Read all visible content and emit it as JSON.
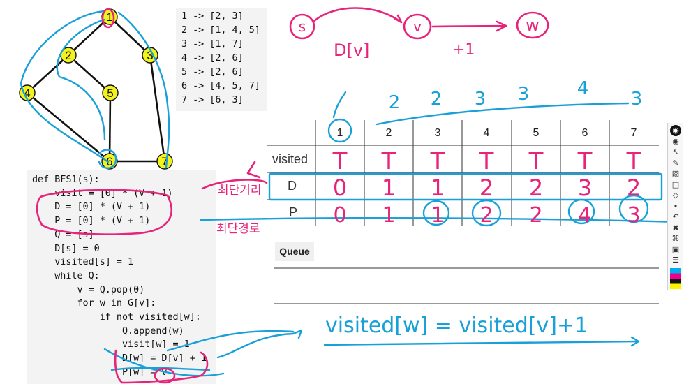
{
  "graph": {
    "nodes": [
      "1",
      "2",
      "3",
      "4",
      "5",
      "6",
      "7"
    ]
  },
  "adjacency": [
    "1 -> [2, 3]",
    "2 -> [1, 4, 5]",
    "3 -> [1, 7]",
    "4 -> [2, 6]",
    "5 -> [2, 6]",
    "6 -> [4, 5, 7]",
    "7 -> [6, 3]"
  ],
  "code": [
    "def BFS1(s):",
    "    visit = [0] * (V + 1)",
    "    D = [0] * (V + 1)",
    "    P = [0] * (V + 1)",
    "    Q = [s]",
    "    D[s] = 0",
    "    visited[s] = 1",
    "    while Q:",
    "        v = Q.pop(0)",
    "        for w in G[v]:",
    "            if not visited[w]:",
    "                Q.append(w)",
    "                visit[w] = 1",
    "                D[w] = D[v] + 1",
    "                P[w] = v"
  ],
  "table": {
    "columns": [
      "1",
      "2",
      "3",
      "4",
      "5",
      "6",
      "7"
    ],
    "rows": [
      "visited",
      "D",
      "P"
    ]
  },
  "queue_label": "Queue",
  "annotations": {
    "top_formula": {
      "s": "s",
      "v": "v",
      "w": "w",
      "dv": "D[v]",
      "plus_one": "+1"
    },
    "above_columns": [
      "2",
      "2",
      "3",
      "3",
      "4",
      "3"
    ],
    "visited_row": [
      "T",
      "T",
      "T",
      "T",
      "T",
      "T",
      "T"
    ],
    "d_row": [
      "0",
      "1",
      "1",
      "2",
      "2",
      "3",
      "2"
    ],
    "p_row": [
      "0",
      "1",
      "1",
      "2",
      "2",
      "4",
      "3"
    ],
    "left_notes": [
      "최단거리",
      "최단경로"
    ],
    "bottom_formula": "visited[w] = visited[v]+1"
  },
  "colors": {
    "pink_ink": "#e8237a",
    "blue_ink": "#1aa0d8",
    "node_fill": "#f2f21f"
  },
  "toolbar": [
    "logo-icon",
    "eye-icon",
    "pointer-icon",
    "pen-icon",
    "highlighter-icon",
    "shape-icon",
    "eraser-icon",
    "dot-icon",
    "undo-icon",
    "delete-icon",
    "stamp-icon",
    "camera-icon",
    "menu-icon"
  ]
}
